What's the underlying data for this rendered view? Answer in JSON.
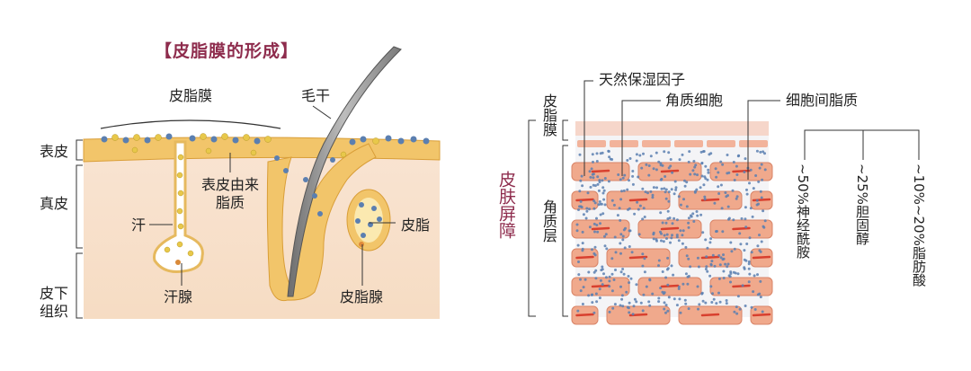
{
  "left_diagram": {
    "title": "【皮脂膜的形成】",
    "labels": {
      "sebum_film": "皮脂膜",
      "hair_shaft": "毛干",
      "epidermis": "表皮",
      "dermis": "真皮",
      "subcutaneous": "皮下组织",
      "lipids_from_epidermis": "表皮由来脂质",
      "sweat": "汗",
      "sweat_gland": "汗腺",
      "sebum": "皮脂",
      "sebaceous_gland": "皮脂腺"
    }
  },
  "right_diagram": {
    "barrier_label": "皮肤屏障",
    "labels": {
      "sebum_film": "皮脂膜",
      "stratum_corneum": "角质层",
      "nmf": "天然保湿因子",
      "corneocyte": "角质细胞",
      "intercellular_lipids": "细胞间脂质"
    },
    "composition": [
      {
        "label": "~50%神经酰胺"
      },
      {
        "label": "~25%胆固醇"
      },
      {
        "label": "~10%~20%脂肪酸"
      }
    ]
  },
  "colors": {
    "title": "#8e2c4d",
    "epidermis": "#f2c56a",
    "dermis": "#f9e3cf",
    "cell": "#f0a98c",
    "cell_core": "#d8402f",
    "dot_blue": "#5b7fb0",
    "dot_yellow": "#e8c84a"
  }
}
